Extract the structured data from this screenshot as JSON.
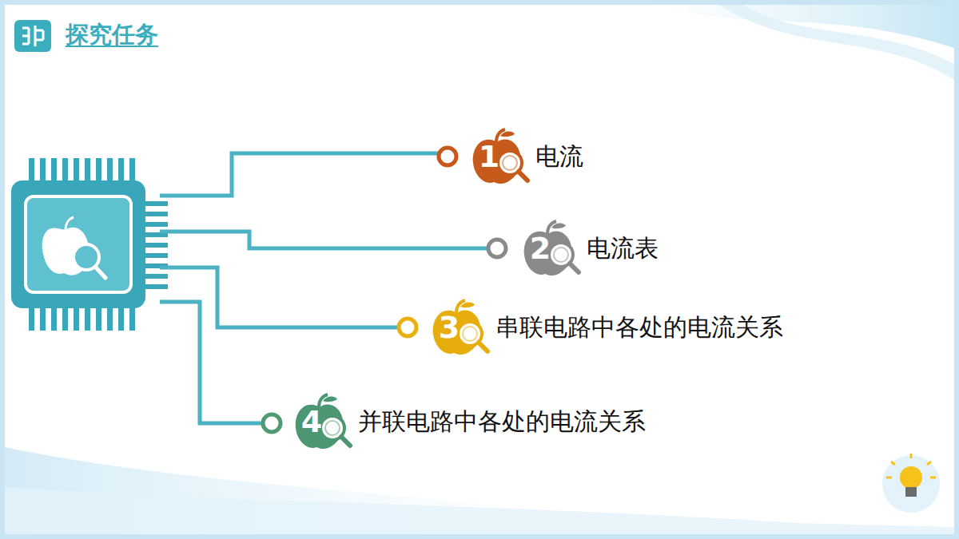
{
  "diagram": {
    "title": "探究任务",
    "nodes": [
      {
        "text": [
          "1",
          "电流"
        ]
      },
      {
        "text": [
          "2",
          "电流表"
        ]
      },
      {
        "text": [
          "3",
          "串联电路中各处的电流关系"
        ]
      },
      {
        "text": [
          "4",
          "并联电路中各处的电流关系"
        ]
      }
    ]
  }
}
